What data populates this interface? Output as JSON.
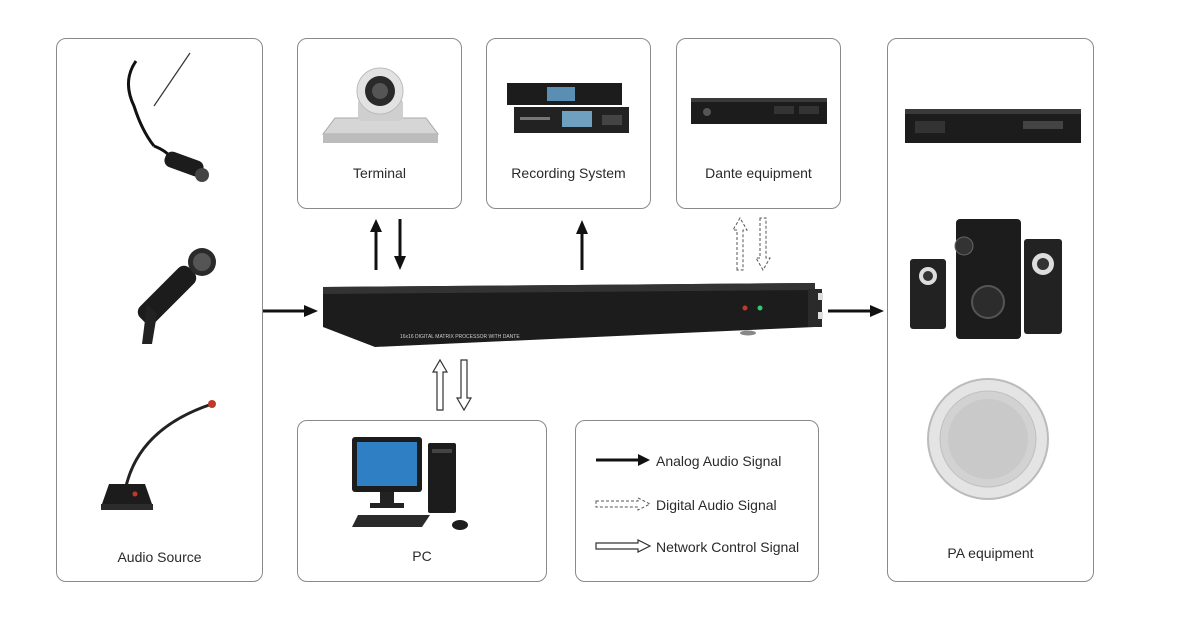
{
  "labels": {
    "audio_source": "Audio Source",
    "terminal": "Terminal",
    "recording_system": "Recording System",
    "dante_equipment": "Dante equipment",
    "pa_equipment": "PA equipment",
    "pc": "PC",
    "processor_front": "16x16 DIGITAL MATRIX PROCESSOR WITH DANTE"
  },
  "legend": {
    "analog": "Analog Audio Signal",
    "digital": "Digital Audio Signal",
    "network": "Network Control Signal"
  },
  "colors": {
    "border": "#8a8a8a",
    "arrow": "#111111",
    "device": "#1c1c1c"
  }
}
